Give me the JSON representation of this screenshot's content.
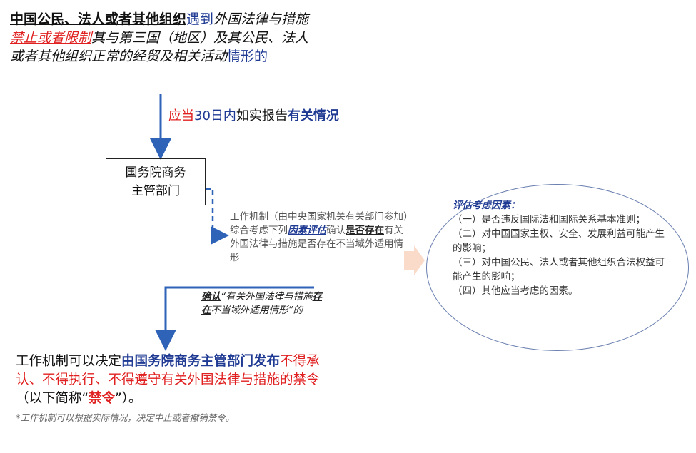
{
  "top_statement": {
    "part1": "中国公民、法人或者其他组织",
    "part2": "遇到",
    "part3": "外国法律与措施",
    "part4": "禁止或者限制",
    "part5": "其与第三国（地区）及其公民、法人或者其他组织正常的经贸及相关活动",
    "part6": "情形的"
  },
  "report_label": {
    "part1": "应当",
    "part2": "30日内",
    "part3": "如实报告",
    "part4": "有关情况"
  },
  "department_box": {
    "line1": "国务院商务",
    "line2": "主管部门"
  },
  "mechanism_text": {
    "part1": "工作机制（由中央国家机关有关部门参加）综合考虑下列",
    "part2": "因素评估",
    "part3": "确认",
    "part4": "是否存在",
    "part5": "有关外国法律与措施是否存在不当域外适用情形"
  },
  "confirm_text": {
    "part1": "确认",
    "part2": "“有关外国法律与措施",
    "part3": "存在",
    "part4": "不当域外适用情形”的"
  },
  "decision_text": {
    "part1": "工作机制可以决定",
    "part2": "由国务院商务主管部门发布",
    "part3": "不得承认、不得执行、不得遵守有关外国法律与措施的禁令",
    "part4": "（以下简称“",
    "part5": "禁令",
    "part6": "”）。"
  },
  "footnote": "*工作机制可以根据实际情况，决定中止或者撤销禁令。",
  "factors": {
    "title": "评估考虑因素：",
    "items": [
      "（一）是否违反国际法和国际关系基本准则；",
      "（二）对中国国家主权、安全、发展利益可能产生的影响；",
      "（三）对中国公民、法人或者其他组织合法权益可能产生的影响；",
      "（四）其他应当考虑的因素。"
    ]
  },
  "colors": {
    "arrow": "#2e63b8",
    "highlight_red": "#e02020",
    "navy": "#1f3a93",
    "pointer_fill": "#f9d7c4"
  }
}
